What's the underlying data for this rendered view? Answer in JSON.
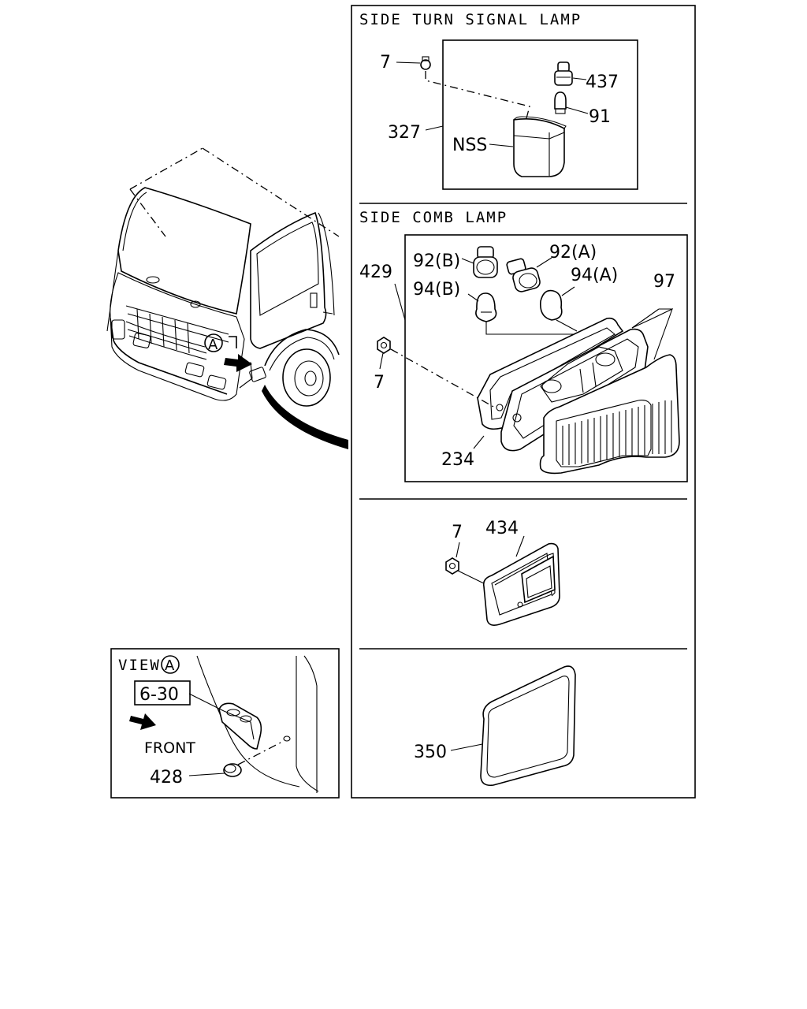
{
  "sections": {
    "side_turn_signal_lamp": {
      "title": "SIDE TURN SIGNAL LAMP",
      "labels": {
        "p7": "7",
        "p437": "437",
        "p91": "91",
        "p327": "327",
        "nss": "NSS"
      }
    },
    "side_comb_lamp": {
      "title": "SIDE COMB LAMP",
      "labels": {
        "p92b": "92(B)",
        "p92a": "92(A)",
        "p429": "429",
        "p94b": "94(B)",
        "p94a": "94(A)",
        "p97": "97",
        "p7": "7",
        "p234": "234"
      }
    },
    "marker_lamp": {
      "labels": {
        "p7": "7",
        "p434": "434"
      }
    },
    "reflector": {
      "labels": {
        "p350": "350"
      }
    }
  },
  "vehicle": {
    "view_marker": "A"
  },
  "view_a": {
    "title": "VIEW",
    "marker": "A",
    "ref_box": "6-30",
    "front_label": "FRONT",
    "labels": {
      "p428": "428"
    }
  }
}
